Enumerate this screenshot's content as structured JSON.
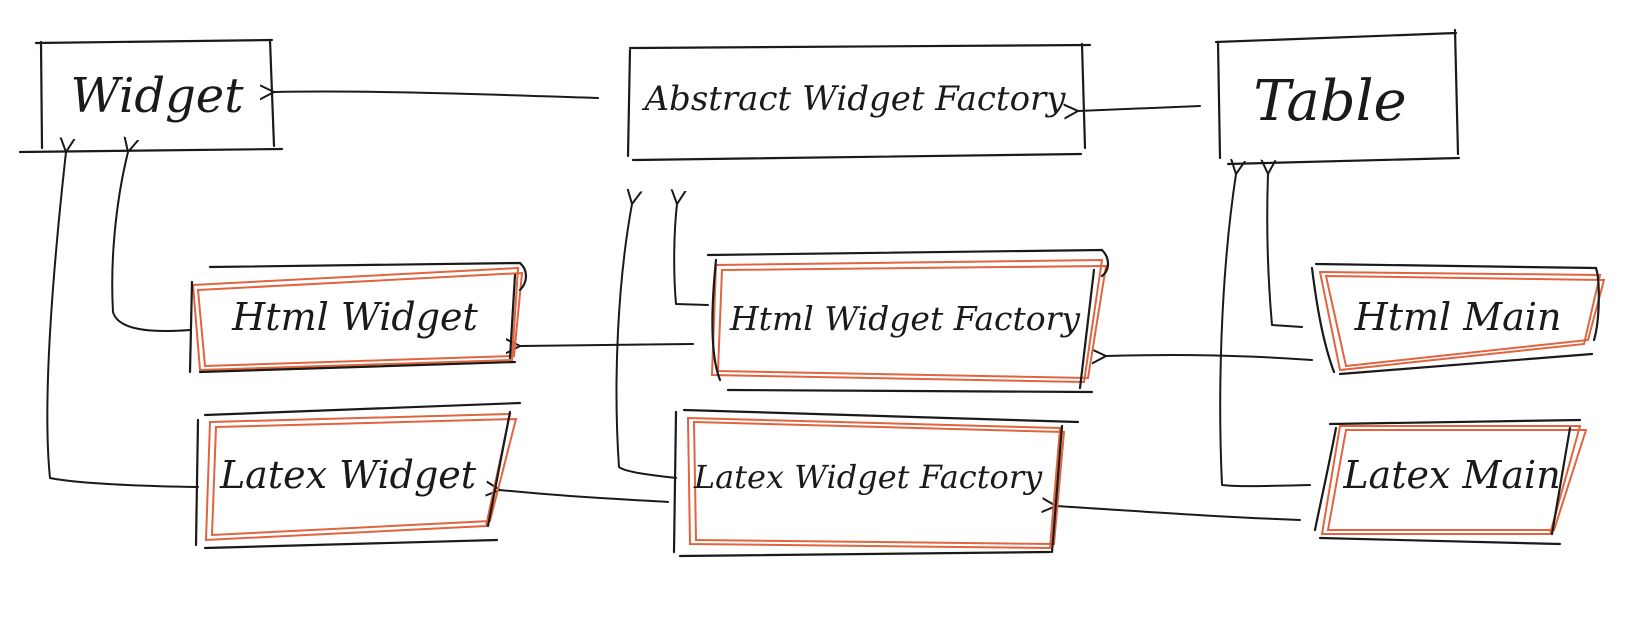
{
  "colors": {
    "ink": "#1a1a1a",
    "highlight": "#e0643f",
    "background": "#ffffff"
  },
  "nodes": {
    "widget": "Widget",
    "abstract_widget_factory": "Abstract Widget Factory",
    "table": "Table",
    "html_widget": "Html Widget",
    "html_widget_factory": "Html Widget Factory",
    "html_main": "Html Main",
    "latex_widget": "Latex Widget",
    "latex_widget_factory": "Latex Widget Factory",
    "latex_main": "Latex Main"
  },
  "highlighted_nodes": [
    "html_widget",
    "html_widget_factory",
    "html_main",
    "latex_widget",
    "latex_widget_factory",
    "latex_main"
  ],
  "edges": [
    {
      "from": "abstract_widget_factory",
      "to": "widget"
    },
    {
      "from": "table",
      "to": "abstract_widget_factory"
    },
    {
      "from": "html_widget",
      "to": "widget"
    },
    {
      "from": "latex_widget",
      "to": "widget"
    },
    {
      "from": "html_widget_factory",
      "to": "abstract_widget_factory"
    },
    {
      "from": "latex_widget_factory",
      "to": "abstract_widget_factory"
    },
    {
      "from": "html_widget_factory",
      "to": "html_widget"
    },
    {
      "from": "latex_widget_factory",
      "to": "latex_widget"
    },
    {
      "from": "html_main",
      "to": "table"
    },
    {
      "from": "latex_main",
      "to": "table"
    },
    {
      "from": "html_main",
      "to": "html_widget_factory"
    },
    {
      "from": "latex_main",
      "to": "latex_widget_factory"
    }
  ]
}
